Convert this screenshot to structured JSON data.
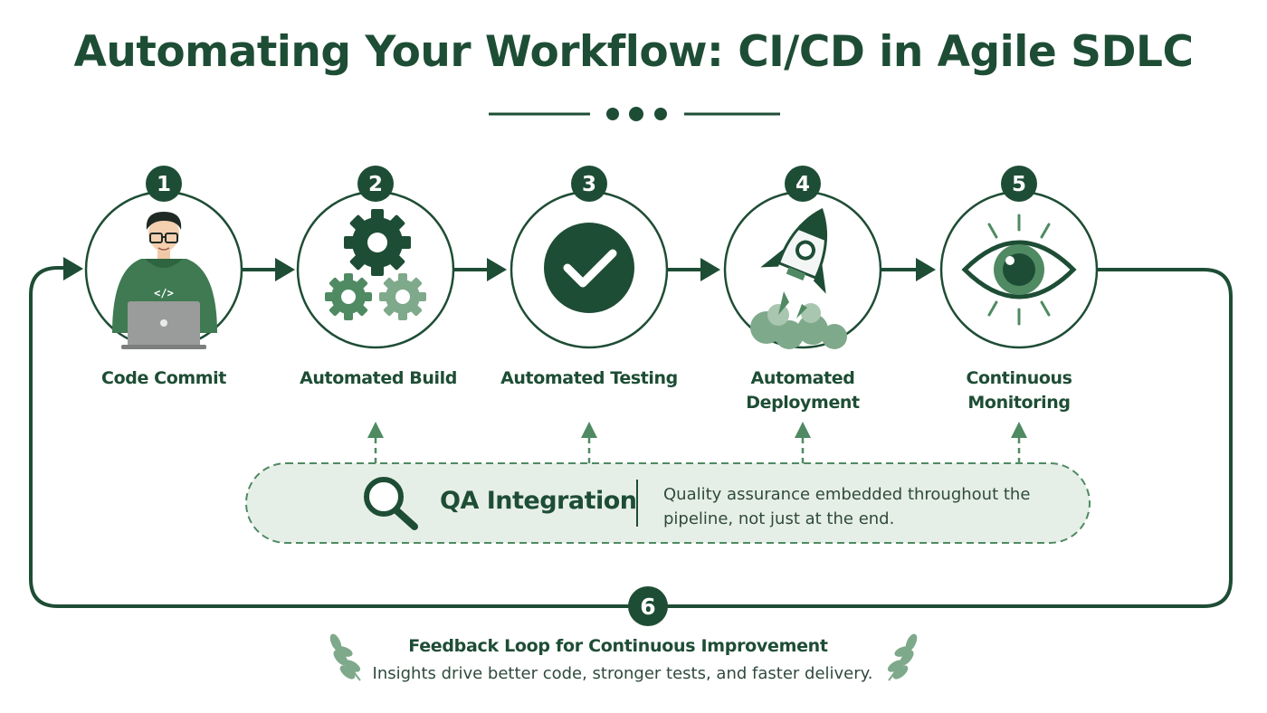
{
  "title": "Automating Your Workflow: CI/CD in Agile SDLC",
  "colors": {
    "dark_green": "#1e4d35",
    "medium_green": "#4f8a62",
    "light_green": "#7fa98b",
    "panel_fill": "#e6efe7",
    "border": "#1e4d35"
  },
  "steps": [
    {
      "number": "1",
      "label": "Code Commit",
      "icon": "developer-laptop-icon"
    },
    {
      "number": "2",
      "label": "Automated Build",
      "icon": "gears-icon"
    },
    {
      "number": "3",
      "label": "Automated Testing",
      "icon": "checkmark-icon"
    },
    {
      "number": "4",
      "label": "Automated Deployment",
      "icon": "rocket-icon"
    },
    {
      "number": "5",
      "label": "Continuous Monitoring",
      "icon": "eye-icon"
    }
  ],
  "developer": {
    "code_tag": "</>"
  },
  "qa": {
    "icon": "magnifier-icon",
    "title": "QA Integration",
    "description": "Quality assurance embedded throughout the pipeline, not just at the end."
  },
  "feedback": {
    "number": "6",
    "title": "Feedback Loop for Continuous Improvement",
    "subtitle": "Insights drive better code, stronger tests, and faster delivery."
  }
}
